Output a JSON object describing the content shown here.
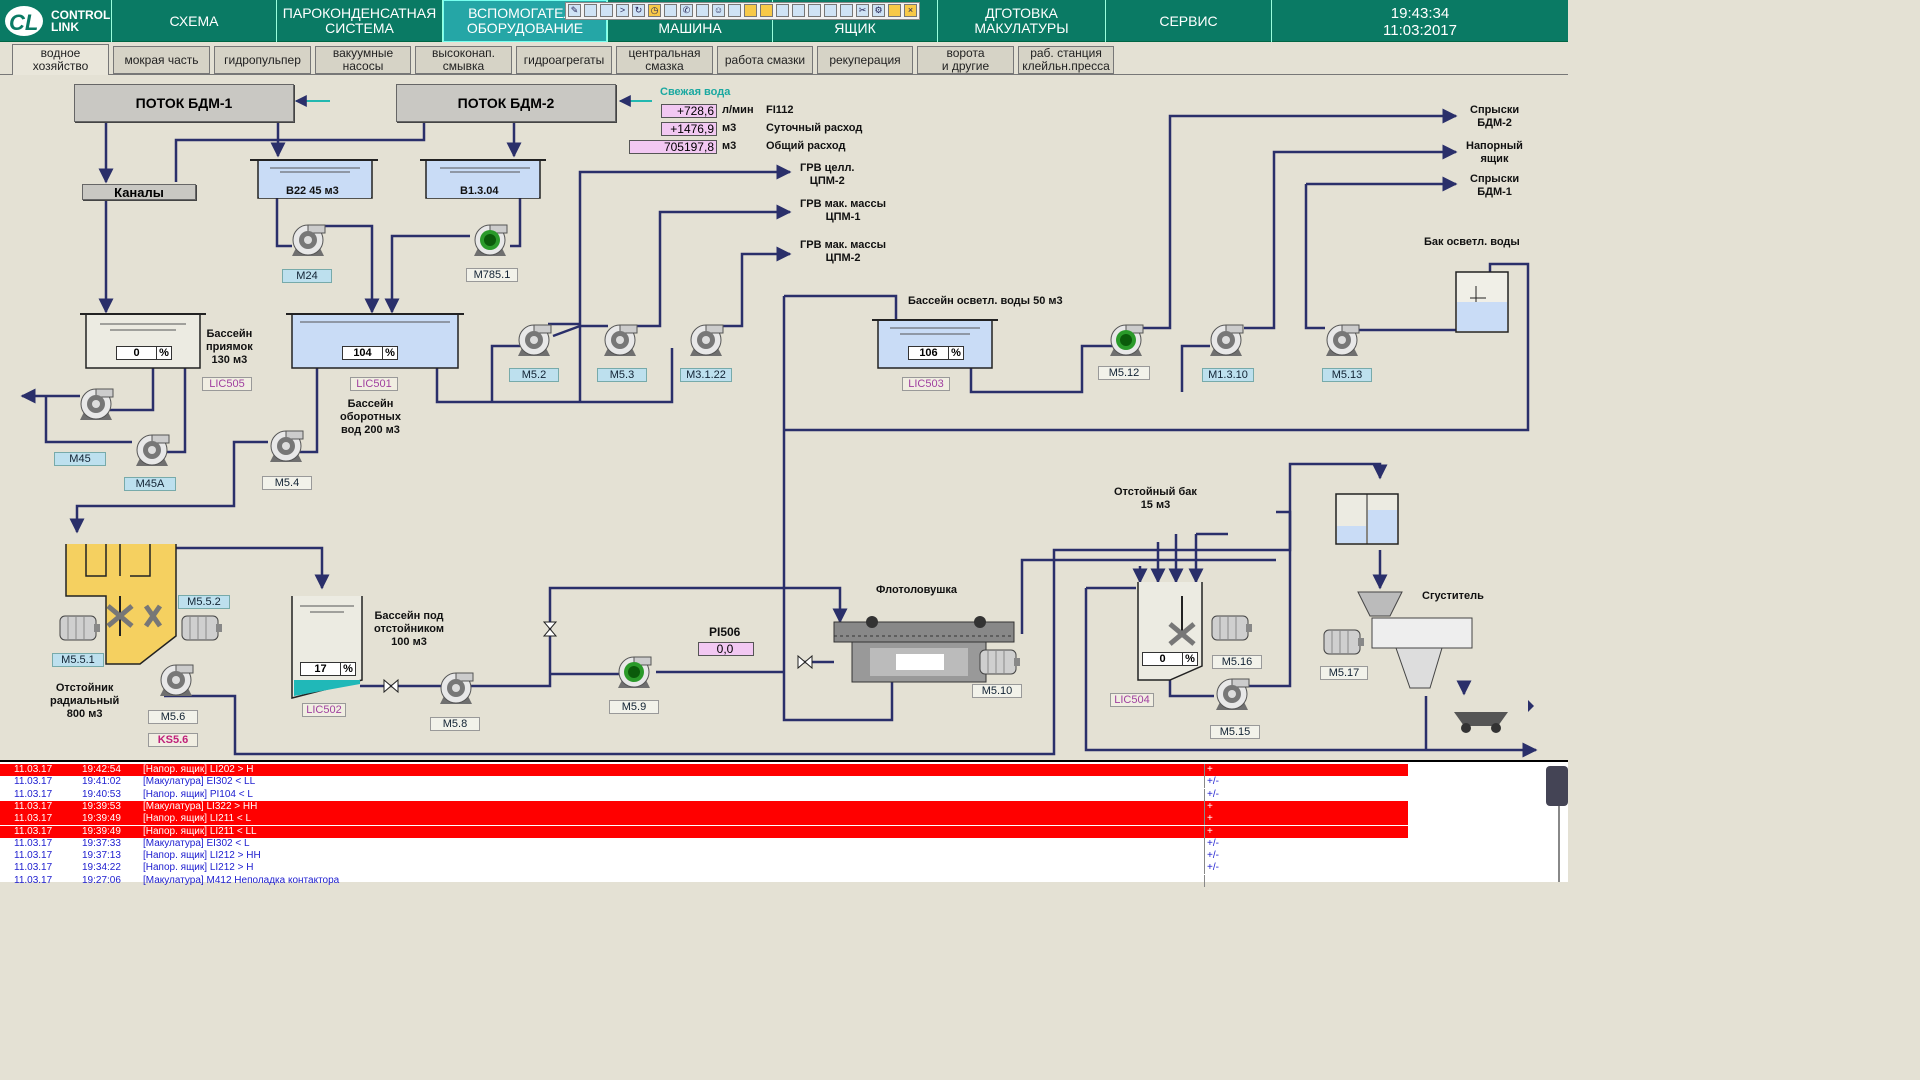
{
  "top_menu": {
    "logo_line1": "CONTROL",
    "logo_line2": "LINK",
    "items": [
      {
        "label1": "СХЕМА",
        "label2": ""
      },
      {
        "label1": "ПАРОКОНДЕНСАТНАЯ",
        "label2": "СИСТЕМА"
      },
      {
        "label1": "ВСПОМОГАТЕЛЬ",
        "label2": "ОБОРУДОВАНИЕ"
      },
      {
        "label1": "",
        "label2": "МАШИНА"
      },
      {
        "label1": "",
        "label2": "ЯЩИК"
      },
      {
        "label1": "ДГОТОВКА",
        "label2": "МАКУЛАТУРЫ"
      },
      {
        "label1": "СЕРВИС",
        "label2": ""
      }
    ],
    "time": "19:43:34",
    "date": "11:03:2017"
  },
  "sub_tabs": [
    {
      "label1": "водное",
      "label2": "хозяйство"
    },
    {
      "label1": "мокрая часть",
      "label2": ""
    },
    {
      "label1": "гидропульпер",
      "label2": ""
    },
    {
      "label1": "вакуумные",
      "label2": "насосы"
    },
    {
      "label1": "высоконап.",
      "label2": "смывка"
    },
    {
      "label1": "гидроагрегаты",
      "label2": ""
    },
    {
      "label1": "центральная",
      "label2": "смазка"
    },
    {
      "label1": "работа смазки",
      "label2": ""
    },
    {
      "label1": "рекуперация",
      "label2": ""
    },
    {
      "label1": "ворота",
      "label2": "и другие"
    },
    {
      "label1": "раб. станция",
      "label2": "клейльн.пресса"
    }
  ],
  "scheme": {
    "flow1": "ПОТОК БДМ-1",
    "flow2": "ПОТОК БДМ-2",
    "fresh_water": "Свежая вода",
    "flow_value": "+728,6",
    "flow_unit": "л/мин",
    "flow_tag": "FI112",
    "daily_value": "+1476,9",
    "daily_unit": "м3",
    "daily_label": "Суточный расход",
    "total_value": "705197,8",
    "total_unit": "м3",
    "total_label": "Общий расход",
    "channels": "Каналы",
    "tank_b22": "В22 45 м3",
    "tank_b13": "В1.3.04",
    "grv1_a": "ГРВ целл.",
    "grv1_b": "ЦПМ-2",
    "grv2_a": "ГРВ мак. массы",
    "grv2_b": "ЦПМ-1",
    "grv3_a": "ГРВ мак. массы",
    "grv3_b": "ЦПМ-2",
    "spray2_a": "Спрыски",
    "spray2_b": "БДМ-2",
    "headbox_a": "Напорный",
    "headbox_b": "ящик",
    "spray1_a": "Спрыски",
    "spray1_b": "БДМ-1",
    "clarified_tank": "Бак осветл. воды",
    "pit_a": "Бассейн",
    "pit_b": "приямок",
    "pit_c": "130 м3",
    "pit_level": "0",
    "return_a": "Бассейн",
    "return_b": "оборотных",
    "return_c": "вод 200 м3",
    "return_level": "104",
    "clarified_pool": "Бассейн  осветл. воды 50 м3",
    "clarified_level": "106",
    "settling_tank_a": "Отстойный бак",
    "settling_tank_b": "15 м3",
    "settling_tank_level": "0",
    "pool_under_a": "Бассейн под",
    "pool_under_b": "отстойником",
    "pool_under_c": "100 м3",
    "pool_under_level": "17",
    "radial_a": "Отстойник",
    "radial_b": "радиальный",
    "radial_c": "800 м3",
    "flotation": "Флотоловушка",
    "thickener": "Сгуститель",
    "pi506": "PI506",
    "pi506_value": "0,0",
    "percent": "%",
    "tags": {
      "m24": "M24",
      "m785": "M785.1",
      "m52": "M5.2",
      "m53": "M5.3",
      "m3122": "M3.1.22",
      "m512": "M5.12",
      "m1310": "M1.3.10",
      "m513": "M5.13",
      "m45": "M45",
      "m45a": "M45A",
      "m54": "M5.4",
      "m552": "M5.5.2",
      "m551": "M5.5.1",
      "m56": "M5.6",
      "ks56": "KS5.6",
      "m58": "M5.8",
      "m59": "M5.9",
      "m510": "M5.10",
      "m516": "M5.16",
      "m515": "M5.15",
      "m517": "M5.17",
      "lic505": "LIC505",
      "lic501": "LIC501",
      "lic503": "LIC503",
      "lic502": "LIC502",
      "lic504": "LIC504"
    }
  },
  "alarms": [
    {
      "date": "11.03.17",
      "time": "19:42:54",
      "text": "[Напор. ящик] LI202 > H",
      "ack": "+",
      "color": "red"
    },
    {
      "date": "11.03.17",
      "time": "19:41:02",
      "text": "[Макулатура] EI302 < LL",
      "ack": "+/-",
      "color": "white"
    },
    {
      "date": "11.03.17",
      "time": "19:40:53",
      "text": "[Напор. ящик] PI104 < L",
      "ack": "+/-",
      "color": "white"
    },
    {
      "date": "11.03.17",
      "time": "19:39:53",
      "text": "[Макулатура] LI322 > HH",
      "ack": "+",
      "color": "red"
    },
    {
      "date": "11.03.17",
      "time": "19:39:49",
      "text": "[Напор. ящик] LI211 < L",
      "ack": "+",
      "color": "red"
    },
    {
      "date": "11.03.17",
      "time": "19:39:49",
      "text": "[Напор. ящик] LI211 < LL",
      "ack": "+",
      "color": "red"
    },
    {
      "date": "11.03.17",
      "time": "19:37:33",
      "text": "[Макулатура] EI302 < L",
      "ack": "+/-",
      "color": "white"
    },
    {
      "date": "11.03.17",
      "time": "19:37:13",
      "text": "[Напор. ящик] LI212 > HH",
      "ack": "+/-",
      "color": "white"
    },
    {
      "date": "11.03.17",
      "time": "19:34:22",
      "text": "[Напор. ящик] LI212 > H",
      "ack": "+/-",
      "color": "white"
    },
    {
      "date": "11.03.17",
      "time": "19:27:06",
      "text": "[Макулатура] M412 Неполадка контактора",
      "ack": "",
      "color": "white"
    }
  ],
  "colors": {
    "menu_bg": "#0a7a64",
    "menu_active": "#25a6a6",
    "pipe": "#2a2f6a",
    "alarm_red": "#ff0000",
    "flow_tag": "#f2c8f2"
  }
}
